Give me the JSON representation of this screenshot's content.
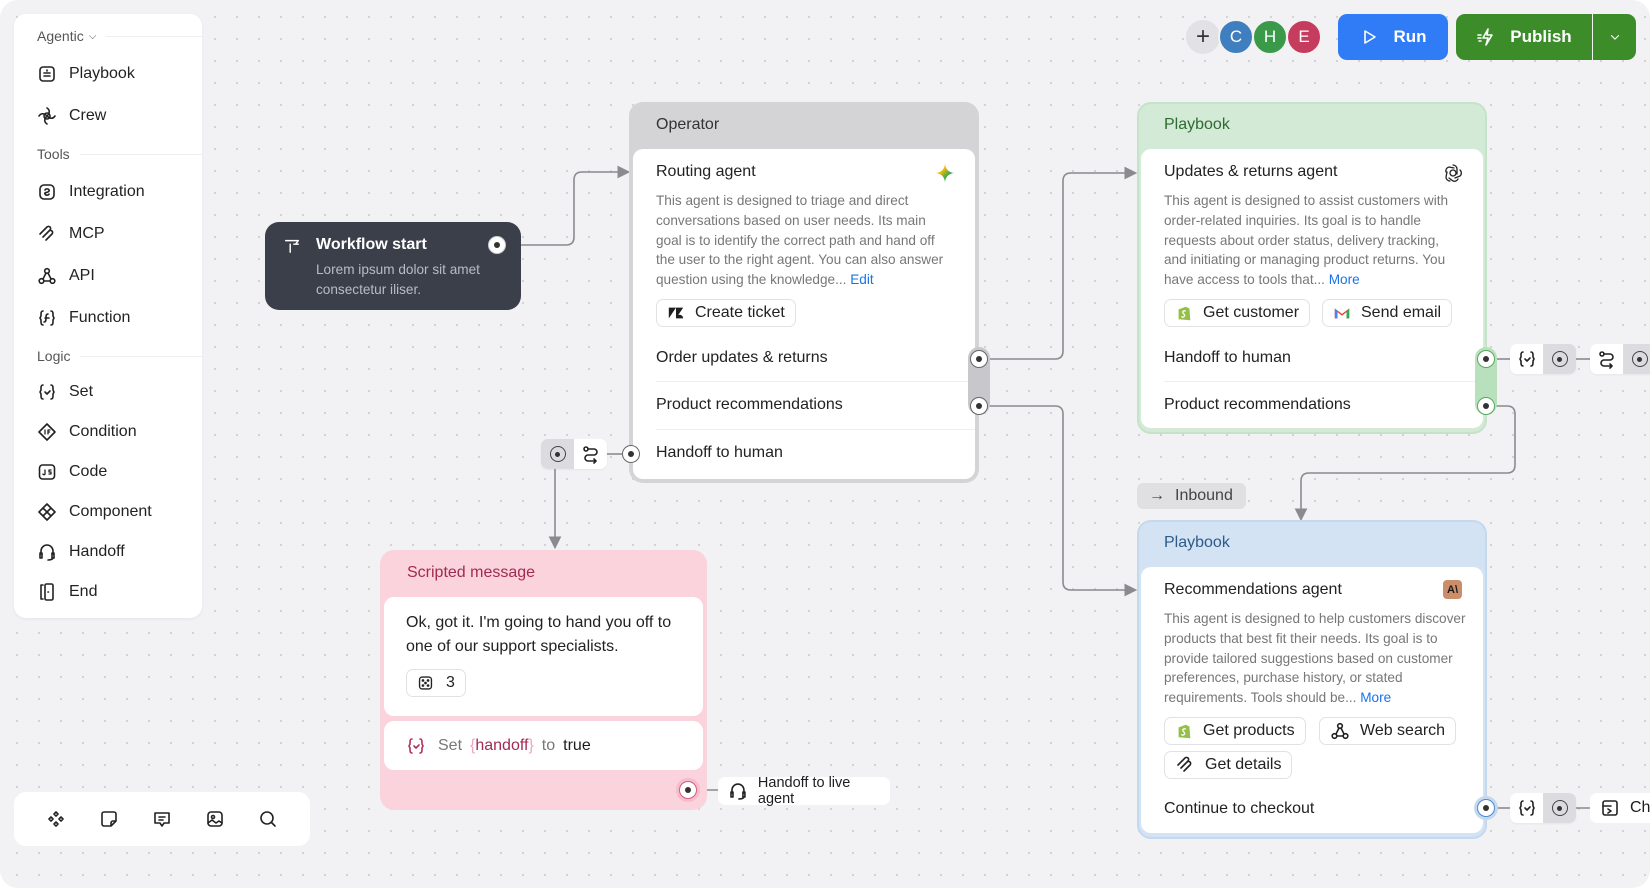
{
  "sidebar": {
    "sections": [
      {
        "label": "Agentic",
        "items": [
          {
            "label": "Playbook",
            "icon": "playbook-icon"
          },
          {
            "label": "Crew",
            "icon": "crew-icon"
          }
        ]
      },
      {
        "label": "Tools",
        "items": [
          {
            "label": "Integration",
            "icon": "integration-icon"
          },
          {
            "label": "MCP",
            "icon": "mcp-icon"
          },
          {
            "label": "API",
            "icon": "api-icon"
          },
          {
            "label": "Function",
            "icon": "function-icon"
          }
        ]
      },
      {
        "label": "Logic",
        "items": [
          {
            "label": "Set",
            "icon": "set-icon"
          },
          {
            "label": "Condition",
            "icon": "condition-icon"
          },
          {
            "label": "Code",
            "icon": "code-icon"
          },
          {
            "label": "Component",
            "icon": "component-icon"
          },
          {
            "label": "Handoff",
            "icon": "headset-icon"
          },
          {
            "label": "End",
            "icon": "end-icon"
          }
        ]
      }
    ]
  },
  "bottom_toolbar": {
    "icons": [
      "component-icon",
      "sticky-note-icon",
      "comment-icon",
      "image-icon",
      "search-icon"
    ]
  },
  "header": {
    "avatars": [
      {
        "initial": "C",
        "color": "#3f7fbf"
      },
      {
        "initial": "H",
        "color": "#3a9a4a"
      },
      {
        "initial": "E",
        "color": "#c63c5e"
      }
    ],
    "run_label": "Run",
    "publish_label": "Publish",
    "colors": {
      "run": "#2f7cf6",
      "publish": "#3c8d2a"
    }
  },
  "workflow_start": {
    "title": "Workflow start",
    "subtitle": "Lorem ipsum dolor sit amet consectetur iliser."
  },
  "operator": {
    "header": "Operator",
    "agent": "Routing agent",
    "model_icon": "gemini-icon",
    "description": "This agent is designed to triage and direct conversations based on user needs. Its main goal is to identify the correct path and hand off the user to the right agent. You can also answer question using the knowledge...",
    "link": "Edit",
    "tools": [
      {
        "label": "Create ticket",
        "icon": "zendesk-icon"
      }
    ],
    "routes": [
      "Order updates & returns",
      "Product recommendations",
      "Handoff to human"
    ]
  },
  "playbook_updates": {
    "header": "Playbook",
    "agent": "Updates & returns agent",
    "model_icon": "openai-icon",
    "description": "This agent is designed to assist customers with order-related inquiries. Its goal is to handle requests about order status, delivery tracking, and initiating or managing product returns. You have access to tools that...",
    "link": "More",
    "tools": [
      {
        "label": "Get customer",
        "icon": "shopify-icon"
      },
      {
        "label": "Send email",
        "icon": "gmail-icon"
      }
    ],
    "routes": [
      "Handoff to human",
      "Product recommendations"
    ],
    "color": "#d3ead6"
  },
  "inbound_label": "Inbound",
  "playbook_recs": {
    "header": "Playbook",
    "agent": "Recommendations agent",
    "model_icon": "anthropic-icon",
    "description": "This agent is designed to help customers discover products that best fit their needs. Its goal is to provide tailored suggestions based on customer preferences, purchase history, or stated requirements. Tools should be...",
    "link": "More",
    "tools": [
      {
        "label": "Get products",
        "icon": "shopify-icon"
      },
      {
        "label": "Web search",
        "icon": "api-icon"
      },
      {
        "label": "Get details",
        "icon": "mcp-icon"
      }
    ],
    "routes": [
      "Continue to checkout"
    ],
    "color": "#d3e3f3",
    "next_label": "Che"
  },
  "scripted": {
    "header": "Scripted message",
    "message": "Ok, got it. I'm going to hand you off to one of our support specialists.",
    "variant_count": "3",
    "set_prefix": "Set",
    "set_var": "handoff",
    "set_mid": "to",
    "set_value": "true",
    "color": "#fbd3dd"
  },
  "handoff_live_label": "Handoff to live agent"
}
